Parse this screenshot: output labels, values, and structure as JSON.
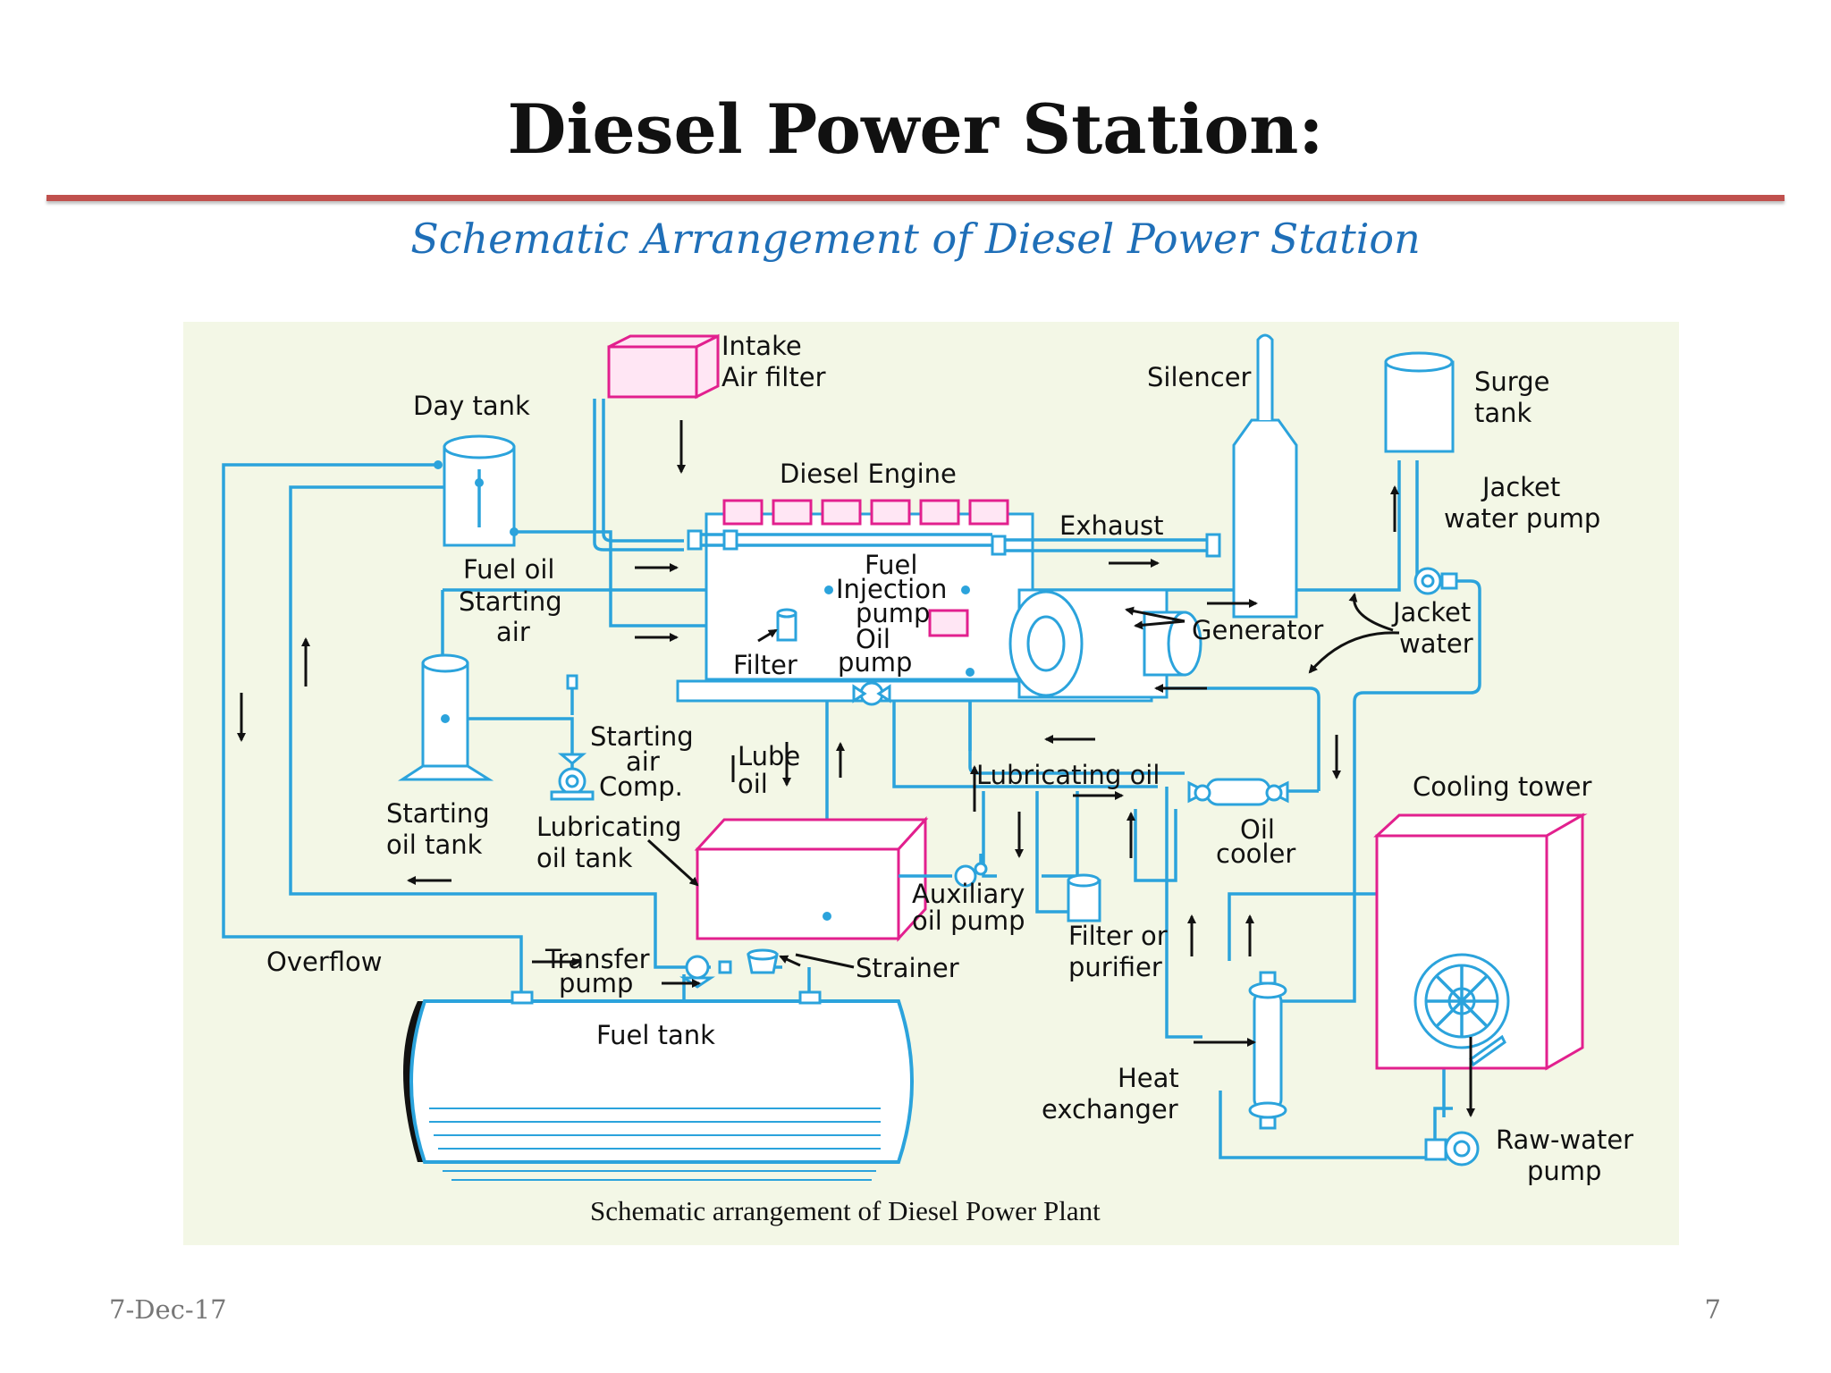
{
  "slide": {
    "title": "Diesel Power Station:",
    "subtitle": "Schematic Arrangement of Diesel Power Station",
    "date": "7-Dec-17",
    "page_number": "7"
  },
  "diagram": {
    "caption": "Schematic arrangement of Diesel Power Plant",
    "labels": {
      "intake_1": "Intake",
      "intake_2": "Air filter",
      "day_tank": "Day tank",
      "silencer": "Silencer",
      "surge_1": "Surge",
      "surge_2": "tank",
      "diesel_engine": "Diesel Engine",
      "jacket_pump_1": "Jacket",
      "jacket_pump_2": "water pump",
      "exhaust": "Exhaust",
      "fuel_oil": "Fuel oil",
      "fuel_inj_1": "Fuel",
      "fuel_inj_2": "Injection",
      "fuel_inj_3": "pump",
      "starting_air_1": "Starting",
      "starting_air_2": "air",
      "jacket_water_1": "Jacket",
      "jacket_water_2": "water",
      "generator": "Generator",
      "filter": "Filter",
      "oil_pump_1": "Oil",
      "oil_pump_2": "pump",
      "sa_comp_1": "Starting",
      "sa_comp_2": "air",
      "sa_comp_3": "Comp.",
      "lube_oil_1": "Lube",
      "lube_oil_2": "oil",
      "lubricating_oil": "Lubricating oil",
      "cooling_tower": "Cooling tower",
      "starting_oil_tank_1": "Starting",
      "starting_oil_tank_2": "oil tank",
      "lub_tank_1": "Lubricating",
      "lub_tank_2": "oil tank",
      "oil_cooler_1": "Oil",
      "oil_cooler_2": "cooler",
      "aux_pump_1": "Auxiliary",
      "aux_pump_2": "oil pump",
      "filter_purifier_1": "Filter or",
      "filter_purifier_2": "purifier",
      "overflow": "Overflow",
      "transfer_1": "Transfer",
      "transfer_2": "pump",
      "strainer": "Strainer",
      "fuel_tank": "Fuel tank",
      "heat_ex_1": "Heat",
      "heat_ex_2": "exchanger",
      "raw_water_1": "Raw-water",
      "raw_water_2": "pump"
    },
    "colors": {
      "pipe": "#2ba3dc",
      "component_outline": "#e2208e",
      "background": "#f3f7e6",
      "title_rule": "#c0504d",
      "subtitle": "#1f6fb8"
    }
  }
}
